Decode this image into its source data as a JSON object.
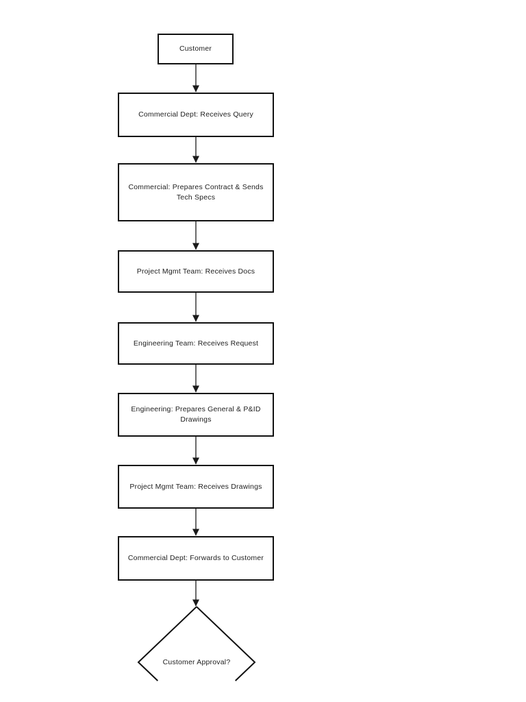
{
  "flowchart": {
    "nodes": [
      {
        "id": "customer",
        "type": "process",
        "label": "Customer"
      },
      {
        "id": "commercial-receives-query",
        "type": "process",
        "label": "Commercial Dept: Receives Query"
      },
      {
        "id": "commercial-prepares-contract",
        "type": "process",
        "label": "Commercial: Prepares Contract & Sends Tech Specs"
      },
      {
        "id": "pm-receives-docs",
        "type": "process",
        "label": "Project Mgmt Team: Receives Docs"
      },
      {
        "id": "eng-receives-request",
        "type": "process",
        "label": "Engineering Team: Receives Request"
      },
      {
        "id": "eng-prepares-drawings",
        "type": "process",
        "label": "Engineering: Prepares General & P&ID Drawings"
      },
      {
        "id": "pm-receives-drawings",
        "type": "process",
        "label": "Project Mgmt Team: Receives Drawings"
      },
      {
        "id": "commercial-forwards",
        "type": "process",
        "label": "Commercial Dept: Forwards to Customer"
      },
      {
        "id": "customer-approval",
        "type": "decision",
        "label": "Customer Approval?"
      }
    ],
    "edges": [
      {
        "from": 0,
        "to": 1
      },
      {
        "from": 1,
        "to": 2
      },
      {
        "from": 2,
        "to": 3
      },
      {
        "from": 3,
        "to": 4
      },
      {
        "from": 4,
        "to": 5
      },
      {
        "from": 5,
        "to": 6
      },
      {
        "from": 6,
        "to": 7
      },
      {
        "from": 7,
        "to": 8
      }
    ],
    "colors": {
      "background": "#ffffff",
      "box_fill": "#ffffff",
      "box_border": "#111111",
      "connector": "#1a1a1a",
      "text": "#1d1d1d"
    }
  }
}
